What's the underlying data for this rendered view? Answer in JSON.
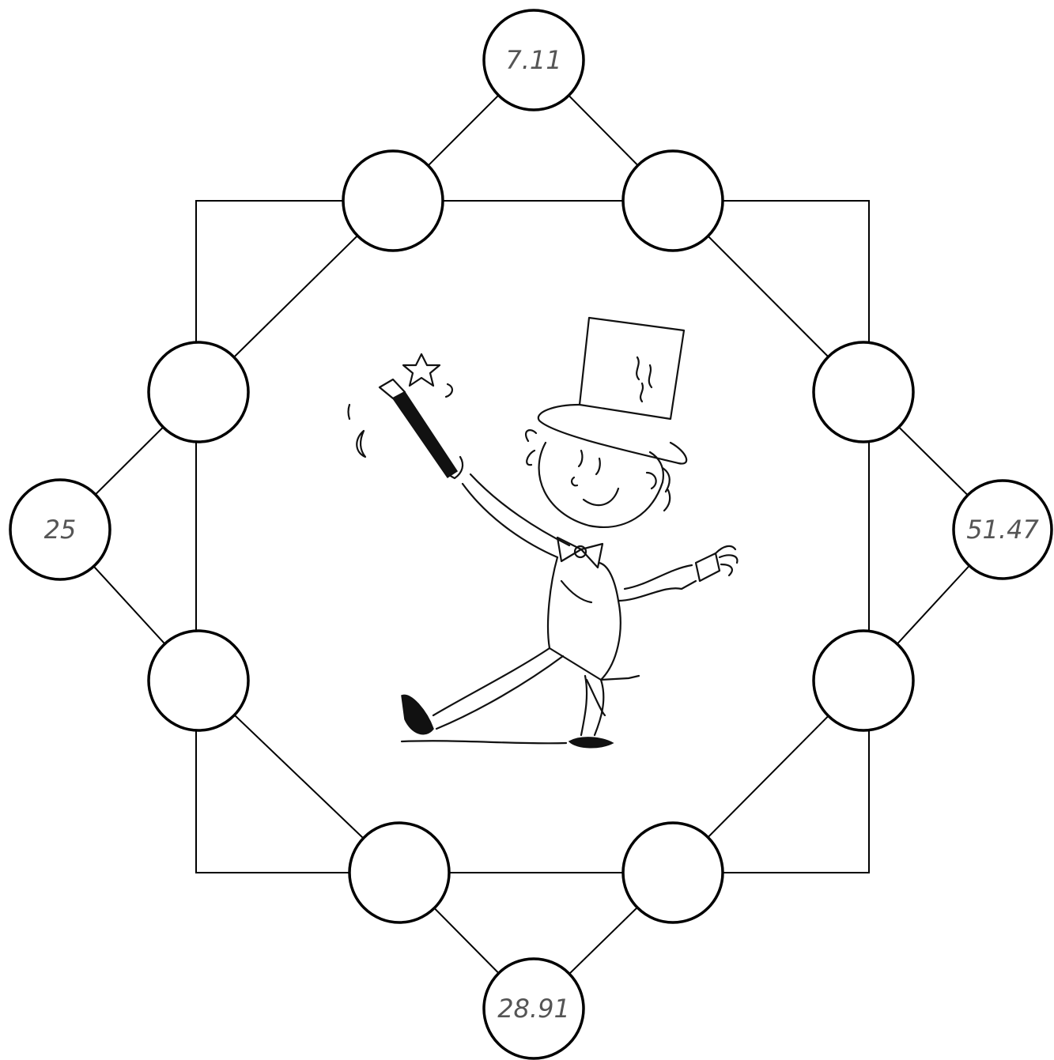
{
  "puzzle": {
    "nodes": [
      {
        "id": "top",
        "value": "7.11"
      },
      {
        "id": "upper-left",
        "value": ""
      },
      {
        "id": "upper-right",
        "value": ""
      },
      {
        "id": "left-upper",
        "value": ""
      },
      {
        "id": "right-upper",
        "value": ""
      },
      {
        "id": "left",
        "value": "25"
      },
      {
        "id": "right",
        "value": "51.47"
      },
      {
        "id": "left-lower",
        "value": ""
      },
      {
        "id": "right-lower",
        "value": ""
      },
      {
        "id": "lower-left",
        "value": ""
      },
      {
        "id": "lower-right",
        "value": ""
      },
      {
        "id": "bottom",
        "value": "28.91"
      }
    ],
    "illustration": {
      "icon": "magician-icon",
      "colors": {
        "ink": "#111111",
        "label": "#555555",
        "background": "#ffffff"
      }
    }
  }
}
